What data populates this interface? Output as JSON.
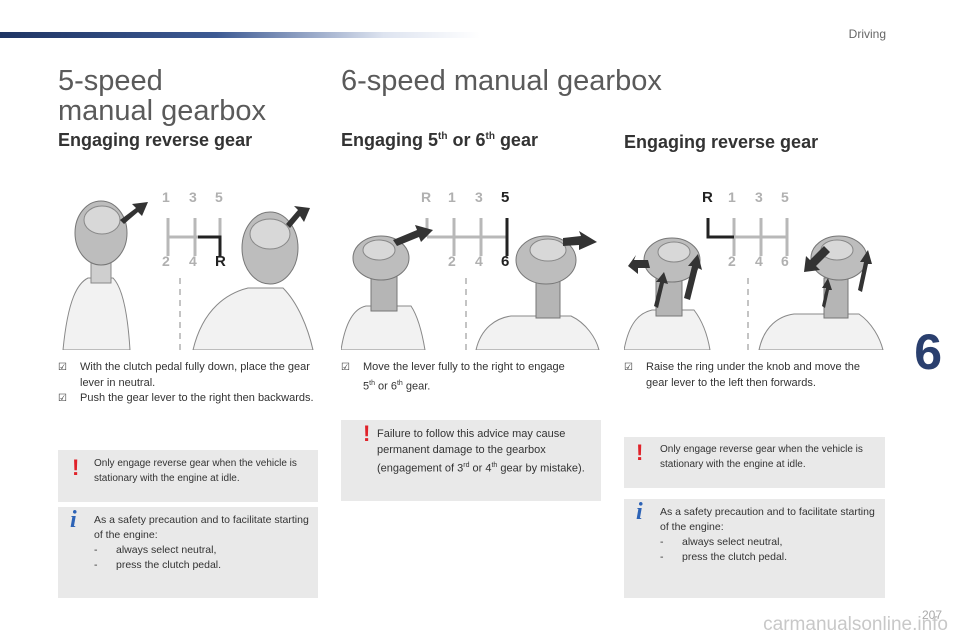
{
  "header": {
    "section": "Driving",
    "chapter": "6",
    "page": "207",
    "watermark": "carmanualsonline.info"
  },
  "col1": {
    "title_line1": "5-speed",
    "title_line2": "manual gearbox",
    "subtitle": "Engaging reverse gear",
    "steps": [
      "With the clutch pedal fully down, place the gear lever in neutral.",
      "Push the gear lever to the right then backwards."
    ],
    "warning": "Only engage reverse gear when the vehicle is stationary with the engine at idle.",
    "info_intro": "As a safety precaution and to facilitate starting of the engine:",
    "info_items": [
      "always select neutral,",
      "press the clutch pedal."
    ]
  },
  "col2": {
    "title": "6-speed manual gearbox",
    "subtitle_pre": "Engaging 5",
    "subtitle_sup1": "th",
    "subtitle_mid": " or 6",
    "subtitle_sup2": "th",
    "subtitle_post": " gear",
    "step_pre": "Move the lever fully to the right to engage 5",
    "step_sup1": "th",
    "step_mid": " or 6",
    "step_sup2": "th",
    "step_post": " gear.",
    "warning_pre": "Failure to follow this advice may cause permanent damage to the gearbox (engagement of 3",
    "warning_sup1": "rd",
    "warning_mid": " or 4",
    "warning_sup2": "th",
    "warning_post": " gear by mistake)."
  },
  "col3": {
    "subtitle": "Engaging reverse gear",
    "step": "Raise the ring under the knob and move the gear lever to the left then forwards.",
    "warning": "Only engage reverse gear when the vehicle is stationary with the engine at idle.",
    "info_intro": "As a safety precaution and to facilitate starting of the engine:",
    "info_items": [
      "always select neutral,",
      "press the clutch pedal."
    ]
  },
  "symbols": {
    "bullet": "☑",
    "dash": "-",
    "warning_mark": "!",
    "info_mark": "i"
  },
  "gear_labels": {
    "five_top": [
      "1",
      "3",
      "5"
    ],
    "five_bottom": [
      "2",
      "4",
      "R"
    ],
    "six_top": [
      "R",
      "1",
      "3",
      "5"
    ],
    "six_bottom": [
      "2",
      "4",
      "6"
    ]
  },
  "colors": {
    "warning": "#e0222a",
    "info": "#2d63b6",
    "box_bg": "#e9e9e9",
    "accent": "#2a3f6e",
    "arrow": "#3a3a3a"
  }
}
